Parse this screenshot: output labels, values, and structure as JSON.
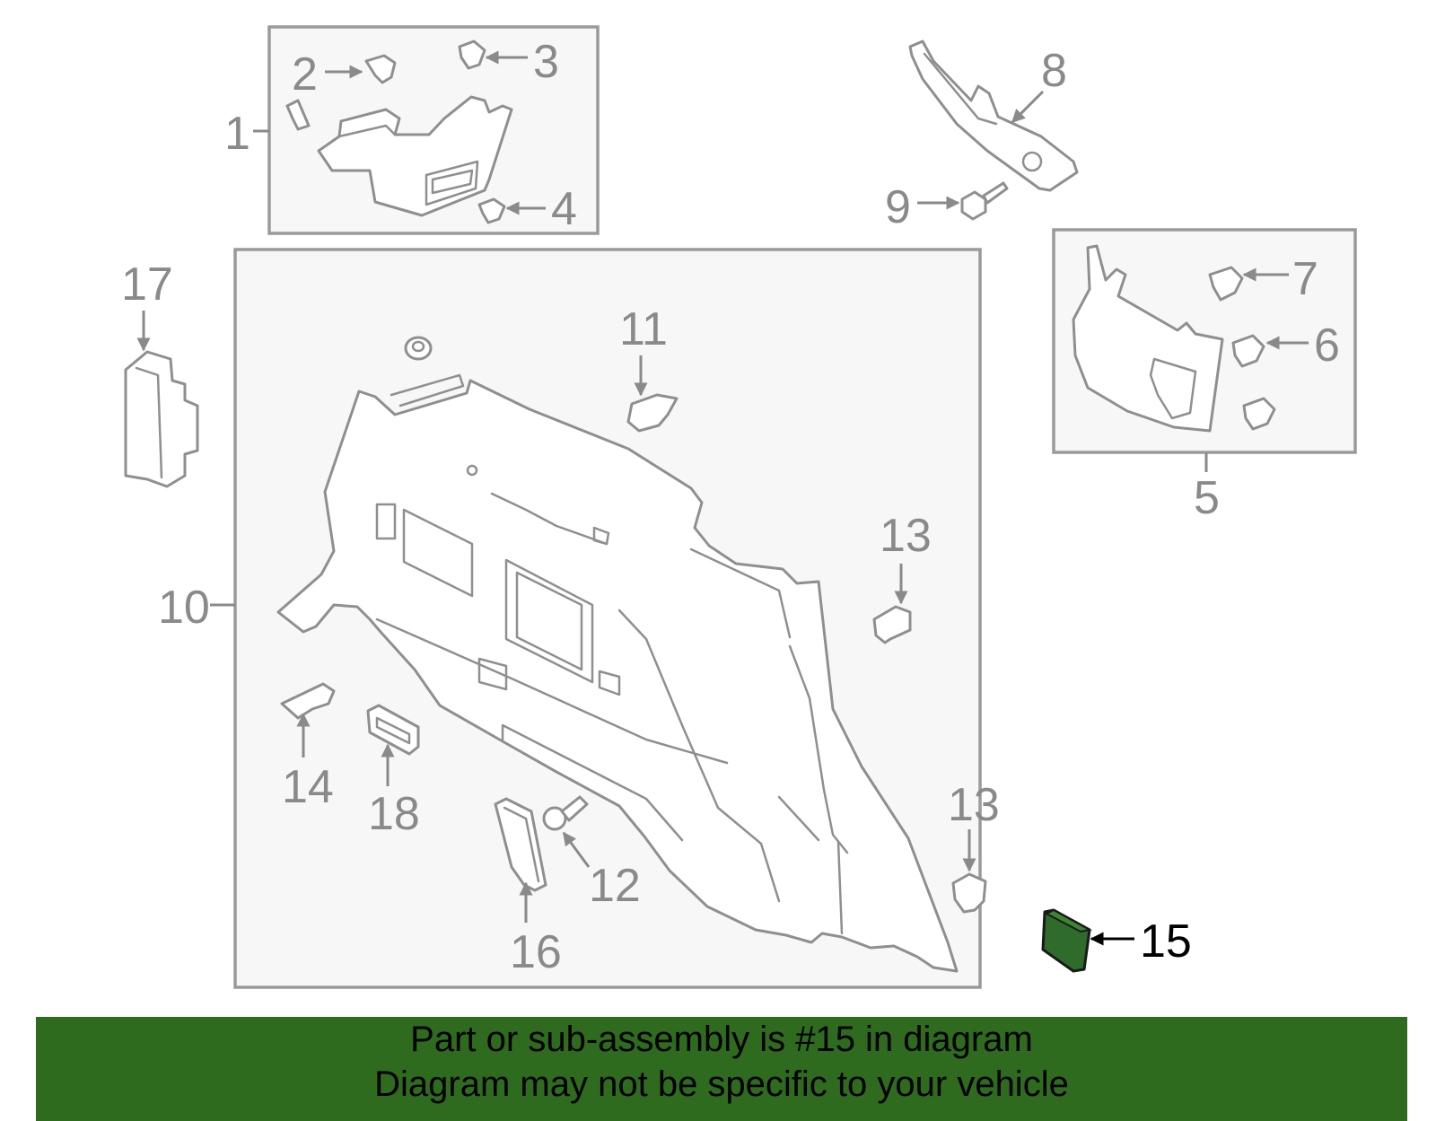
{
  "callouts": {
    "c1": "1",
    "c2": "2",
    "c3": "3",
    "c4": "4",
    "c5": "5",
    "c6": "6",
    "c7": "7",
    "c8": "8",
    "c9": "9",
    "c10": "10",
    "c11": "11",
    "c12": "12",
    "c13a": "13",
    "c13b": "13",
    "c14": "14",
    "c15": "15",
    "c16": "16",
    "c17": "17",
    "c18": "18"
  },
  "highlighted_part": "15",
  "colors": {
    "highlight": "#2f6b2a",
    "banner": "#2f6b1f"
  },
  "banner": {
    "line1": "Part or sub-assembly is #15 in diagram",
    "line2": "Diagram may not be specific to your vehicle"
  }
}
